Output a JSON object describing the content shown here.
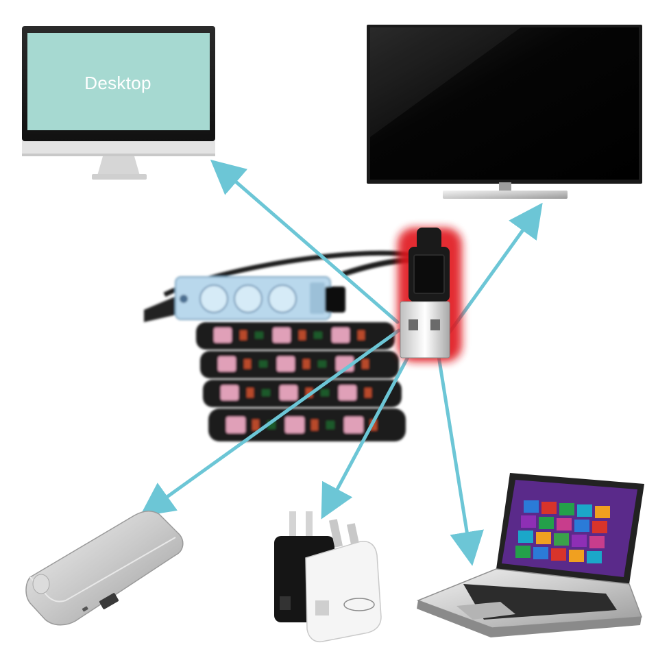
{
  "desktop_screen_label": "Desktop",
  "colors": {
    "arrow": "#6cc6d6",
    "desktop_screen": "#a6d9d1",
    "usb_glow": "#e0141a",
    "strip_bg": "#1e1e1e",
    "led_pink": "#e0a0b8",
    "led_green": "#1c5a2a",
    "tv_screen": "#050505",
    "laptop_screen_tile_colors": [
      "#2b7bd8",
      "#d8342b",
      "#24a04a",
      "#8e2fb5",
      "#f0a020",
      "#1ba7c9",
      "#c83d8c",
      "#3aa14a"
    ]
  },
  "devices": [
    {
      "name": "desktop-monitor",
      "icon": "desktop-icon"
    },
    {
      "name": "television",
      "icon": "tv-icon"
    },
    {
      "name": "power-bank",
      "icon": "powerbank-icon"
    },
    {
      "name": "wall-charger",
      "icon": "charger-icon"
    },
    {
      "name": "laptop",
      "icon": "laptop-icon"
    }
  ]
}
